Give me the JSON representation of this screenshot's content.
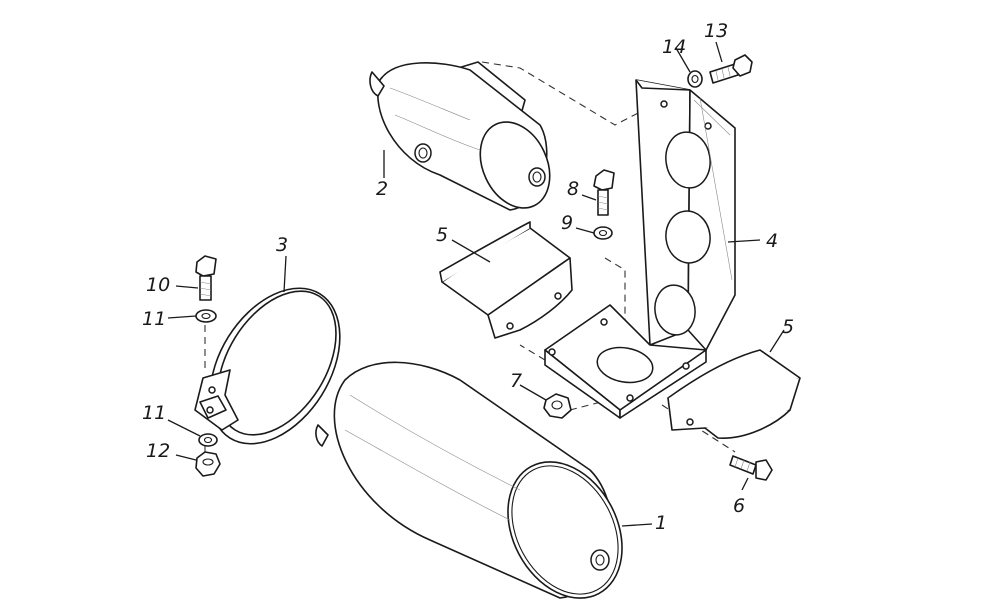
{
  "callouts": {
    "c1": "1",
    "c2": "2",
    "c3": "3",
    "c4": "4",
    "c5a": "5",
    "c5b": "5",
    "c6": "6",
    "c7": "7",
    "c8": "8",
    "c9": "9",
    "c10": "10",
    "c11a": "11",
    "c11b": "11",
    "c12": "12",
    "c13": "13",
    "c14": "14"
  }
}
